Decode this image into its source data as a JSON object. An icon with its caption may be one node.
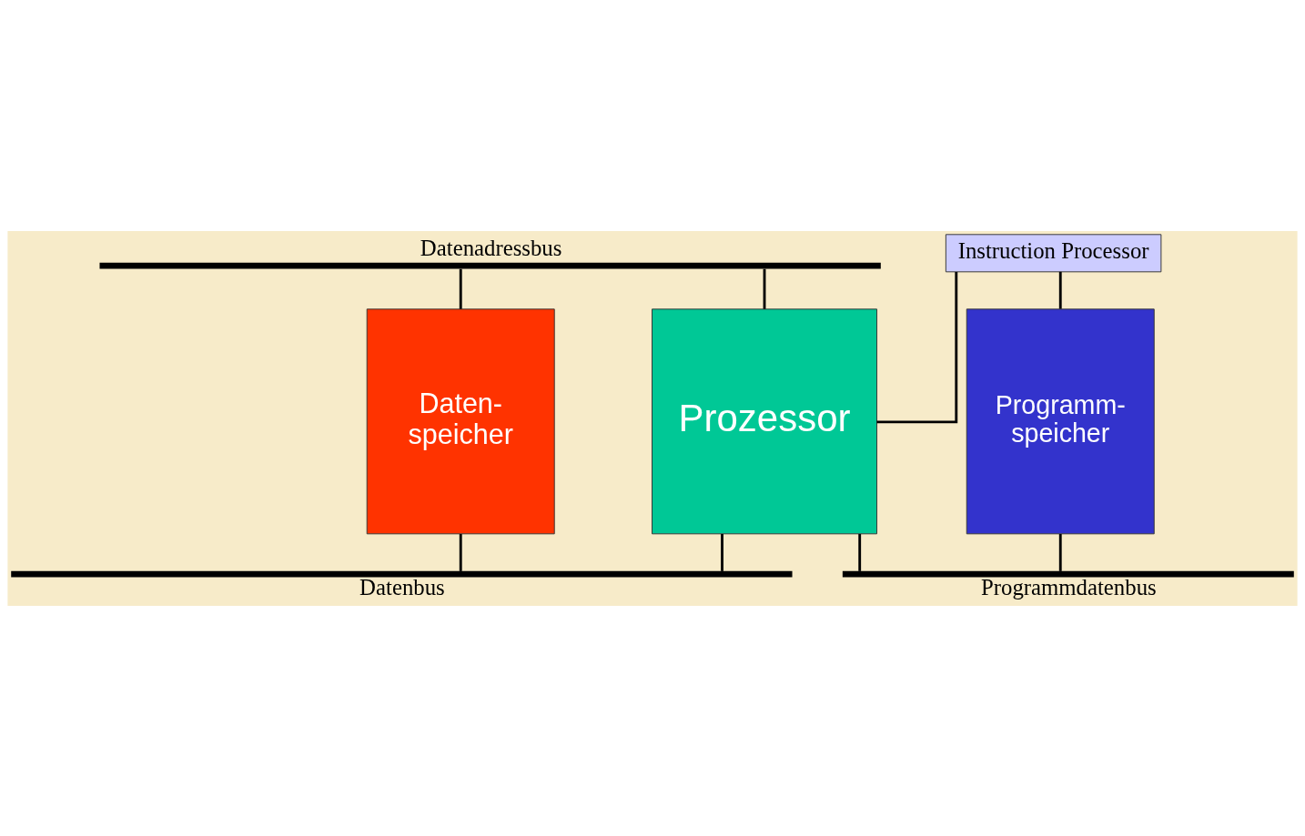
{
  "diagram": {
    "nodes": [
      {
        "text": [
          "Datenadressbus"
        ]
      },
      {
        "text": [
          "Instruction Processor"
        ]
      },
      {
        "text": [
          "Prozessor"
        ]
      },
      {
        "text": [
          "Programm- speicher"
        ]
      },
      {
        "text": [
          "Daten- speicher"
        ]
      },
      {
        "text": [
          "Programmdatenbus"
        ]
      },
      {
        "text": [
          "Datenbus"
        ]
      }
    ],
    "edges": [
      {
        "from": 0,
        "to": 2,
        "arrow": "none"
      },
      {
        "from": 0,
        "to": 4,
        "arrow": "none"
      },
      {
        "from": 1,
        "to": 2,
        "arrow": "none"
      },
      {
        "from": 1,
        "to": 3,
        "arrow": "none"
      },
      {
        "from": 2,
        "to": 5,
        "arrow": "none"
      },
      {
        "from": 3,
        "to": 5,
        "arrow": "none"
      },
      {
        "from": 2,
        "to": 6,
        "arrow": "none"
      },
      {
        "from": 4,
        "to": 6,
        "arrow": "none"
      }
    ]
  }
}
